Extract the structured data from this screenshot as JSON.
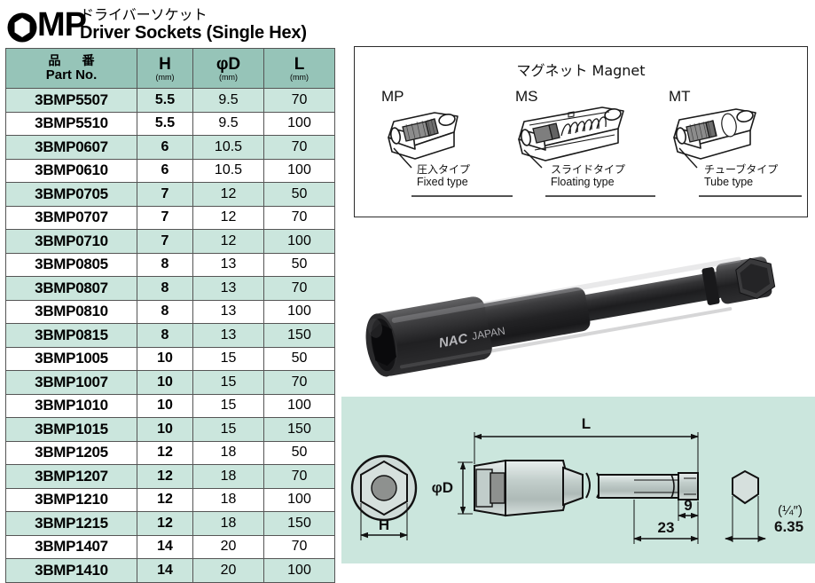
{
  "header": {
    "logo_mark": "hexagon-in-circle",
    "logo_text": "MP",
    "title_jp": "ドライバーソケット",
    "title_en": "Driver Sockets (Single Hex)"
  },
  "table": {
    "columns": [
      {
        "jp": "品　番",
        "en": "Part No.",
        "unit": ""
      },
      {
        "sym": "H",
        "unit": "(mm)"
      },
      {
        "sym": "φD",
        "unit": "(mm)"
      },
      {
        "sym": "L",
        "unit": "(mm)"
      }
    ],
    "rows": [
      {
        "part": "3BMP5507",
        "h": "5.5",
        "d": "9.5",
        "l": "70"
      },
      {
        "part": "3BMP5510",
        "h": "5.5",
        "d": "9.5",
        "l": "100"
      },
      {
        "part": "3BMP0607",
        "h": "6",
        "d": "10.5",
        "l": "70"
      },
      {
        "part": "3BMP0610",
        "h": "6",
        "d": "10.5",
        "l": "100"
      },
      {
        "part": "3BMP0705",
        "h": "7",
        "d": "12",
        "l": "50"
      },
      {
        "part": "3BMP0707",
        "h": "7",
        "d": "12",
        "l": "70"
      },
      {
        "part": "3BMP0710",
        "h": "7",
        "d": "12",
        "l": "100"
      },
      {
        "part": "3BMP0805",
        "h": "8",
        "d": "13",
        "l": "50"
      },
      {
        "part": "3BMP0807",
        "h": "8",
        "d": "13",
        "l": "70"
      },
      {
        "part": "3BMP0810",
        "h": "8",
        "d": "13",
        "l": "100"
      },
      {
        "part": "3BMP0815",
        "h": "8",
        "d": "13",
        "l": "150"
      },
      {
        "part": "3BMP1005",
        "h": "10",
        "d": "15",
        "l": "50"
      },
      {
        "part": "3BMP1007",
        "h": "10",
        "d": "15",
        "l": "70"
      },
      {
        "part": "3BMP1010",
        "h": "10",
        "d": "15",
        "l": "100"
      },
      {
        "part": "3BMP1015",
        "h": "10",
        "d": "15",
        "l": "150"
      },
      {
        "part": "3BMP1205",
        "h": "12",
        "d": "18",
        "l": "50"
      },
      {
        "part": "3BMP1207",
        "h": "12",
        "d": "18",
        "l": "70"
      },
      {
        "part": "3BMP1210",
        "h": "12",
        "d": "18",
        "l": "100"
      },
      {
        "part": "3BMP1215",
        "h": "12",
        "d": "18",
        "l": "150"
      },
      {
        "part": "3BMP1407",
        "h": "14",
        "d": "20",
        "l": "70"
      },
      {
        "part": "3BMP1410",
        "h": "14",
        "d": "20",
        "l": "100"
      }
    ]
  },
  "magnet_panel": {
    "title": "マグネット  Magnet",
    "types": [
      {
        "code": "MP",
        "jp": "圧入タイプ",
        "en": "Fixed type"
      },
      {
        "code": "MS",
        "jp": "スライドタイプ",
        "en": "Floating type"
      },
      {
        "code": "MT",
        "jp": "チューブタイプ",
        "en": "Tube type"
      }
    ]
  },
  "photo": {
    "brand": "NAC",
    "brand_country": "JAPAN"
  },
  "dimension_drawing": {
    "labels": {
      "length": "L",
      "diameter": "φD",
      "hex": "H",
      "shank_total": "23",
      "shank_tip": "9",
      "drive_inch": "(¼″)",
      "drive_mm": "6.35"
    }
  },
  "colors": {
    "header_teal": "#96c4b8",
    "row_tint": "#cbe6dd",
    "row_plain": "#ffffff",
    "border": "#555555",
    "ink": "#111111"
  }
}
